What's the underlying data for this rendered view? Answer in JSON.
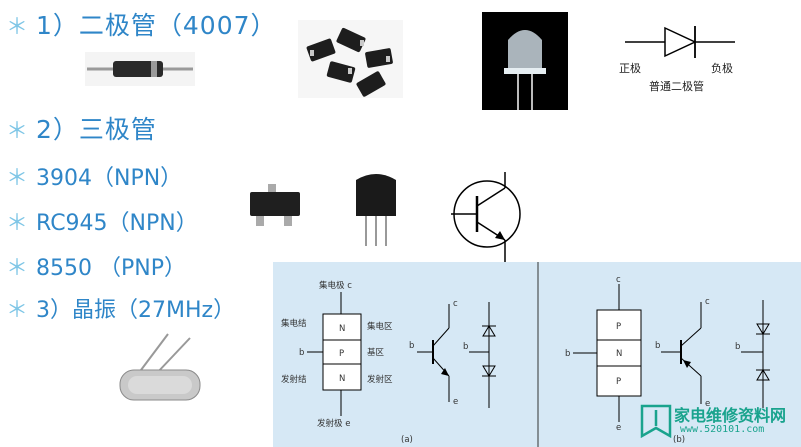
{
  "bullets": [
    {
      "star": "＊",
      "text": "1）二极管（4007）"
    },
    {
      "star": "＊",
      "text": "2）三极管"
    },
    {
      "star": "＊",
      "text": "3904（NPN）"
    },
    {
      "star": "＊",
      "text": "RC945（NPN）"
    },
    {
      "star": "＊",
      "text": "8550 （PNP）"
    },
    {
      "star": "＊",
      "text": "3）晶振（27MHz）"
    }
  ],
  "diode_symbol": {
    "anode": "正极",
    "cathode": "负极",
    "caption": "普通二极管"
  },
  "transistor_diagram": {
    "collector_top": "集电极 c",
    "collector_junction": "集电结",
    "collector_region": "集电区",
    "base_region": "基区",
    "base": "b",
    "emitter_junction": "发射结",
    "emitter_region": "发射区",
    "emitter_bottom": "发射极 e",
    "npn_layers": [
      "N",
      "P",
      "N"
    ],
    "pnp_layers": [
      "P",
      "N",
      "P"
    ],
    "caption_a": "(a)",
    "caption_b": "(b)",
    "term_c": "c",
    "term_b": "b",
    "term_e": "e"
  },
  "watermark": {
    "title": "家电维修资料网",
    "url": "www.520101.com"
  },
  "colors": {
    "text_blue": "#2f86c8",
    "star": "#7fc6e6",
    "diagram_bg": "#d6e8f5",
    "watermark": "#19a38d"
  }
}
